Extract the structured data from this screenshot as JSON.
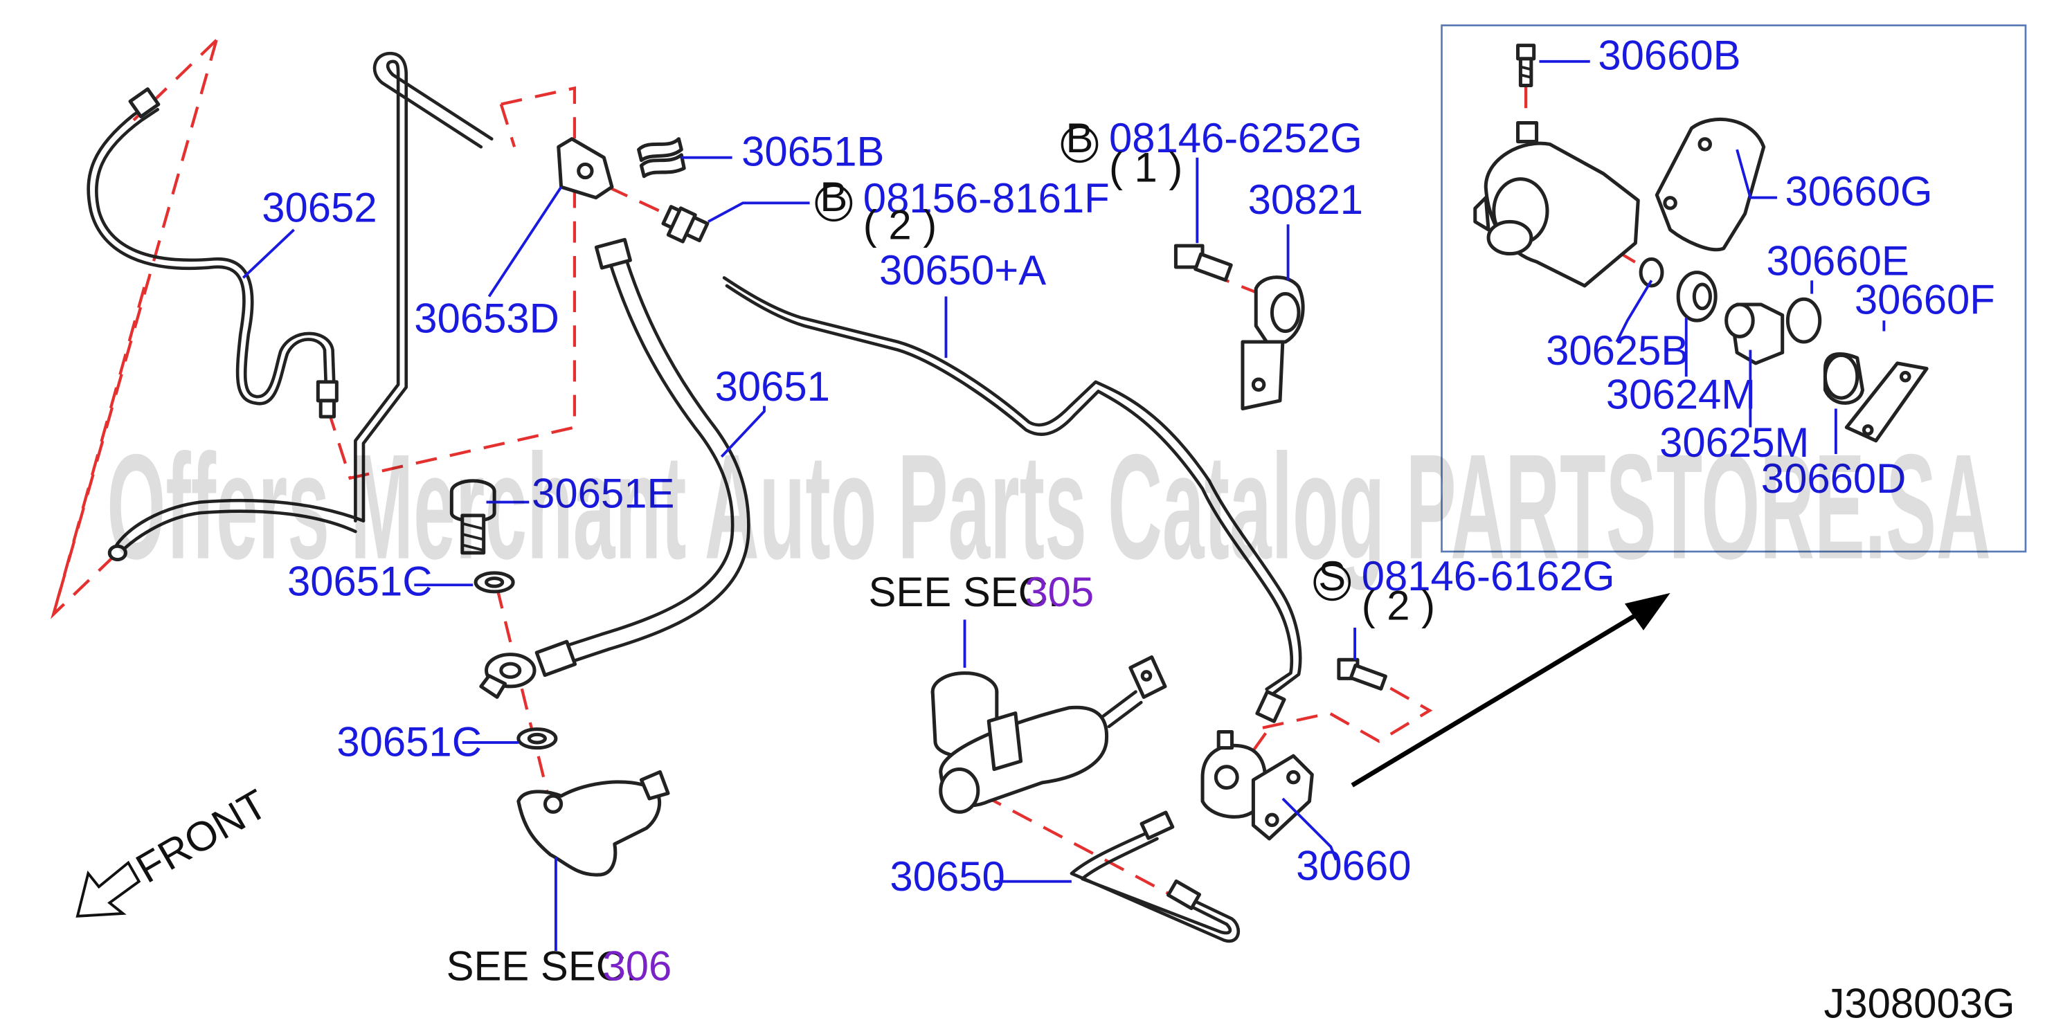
{
  "part_labels": {
    "p30660B": "30660B",
    "p30660G": "30660G",
    "p30660E": "30660E",
    "p30660F": "30660F",
    "p30625B": "30625B",
    "p30624M": "30624M",
    "p30625M": "30625M",
    "p30660D": "30660D",
    "p30651B": "30651B",
    "p30652": "30652",
    "p30653D": "30653D",
    "p30651": "30651",
    "p30651E": "30651E",
    "p30651C_top": "30651C",
    "p30651C_bottom": "30651C",
    "p30650plusA": "30650+A",
    "p30821": "30821",
    "p30650": "30650",
    "p30660": "30660"
  },
  "fasteners": {
    "f1": {
      "marker": "B",
      "code": "08156-8161F",
      "qty": "( 2 )"
    },
    "f2": {
      "marker": "B",
      "code": "08146-6252G",
      "qty": "( 1 )"
    },
    "f3": {
      "marker": "S",
      "code": "08146-6162G",
      "qty": "( 2 )"
    }
  },
  "see_sections": {
    "s305": {
      "prefix": "SEE   SEC.",
      "number": "305"
    },
    "s306": {
      "prefix": "SEE   SEC.",
      "number": "306"
    }
  },
  "front_label": "FRONT",
  "diagram_code": "J308003G",
  "watermark": "Offers Merchant Auto Parts Catalog PARTSTORE.SA",
  "colors": {
    "label": "#1a1adf",
    "section_link": "#7a22c8",
    "dashed_line": "#e53030",
    "inset_frame": "#5a7bb5"
  },
  "icons": [
    "front-arrow-icon",
    "direction-arrow-icon"
  ]
}
